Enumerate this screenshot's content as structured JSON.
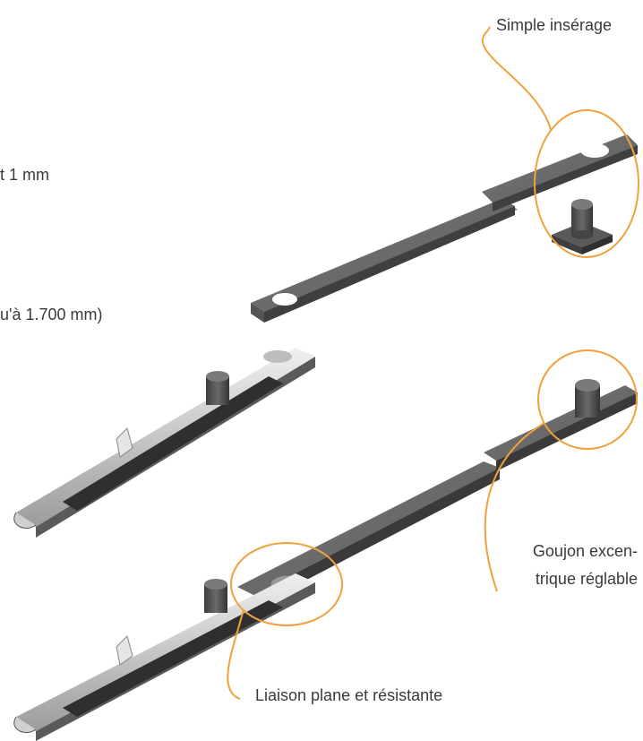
{
  "labels": {
    "simple_inserage": "Simple inséragе",
    "partial_1mm": "t 1 mm",
    "partial_1700mm": "u'à 1.700 mm)",
    "goujon_line1": "Goujon excen-",
    "goujon_line2": "trique réglable",
    "liaison": "Liaison plane et résistante"
  },
  "colors": {
    "callout": "#f0a23a",
    "rail_dark": "#4a4a4a",
    "rail_top": "#6d6d6d",
    "rail_light": "#9a9a9a",
    "metal_light": "#d8d8d8",
    "text": "#3a3a3a"
  }
}
